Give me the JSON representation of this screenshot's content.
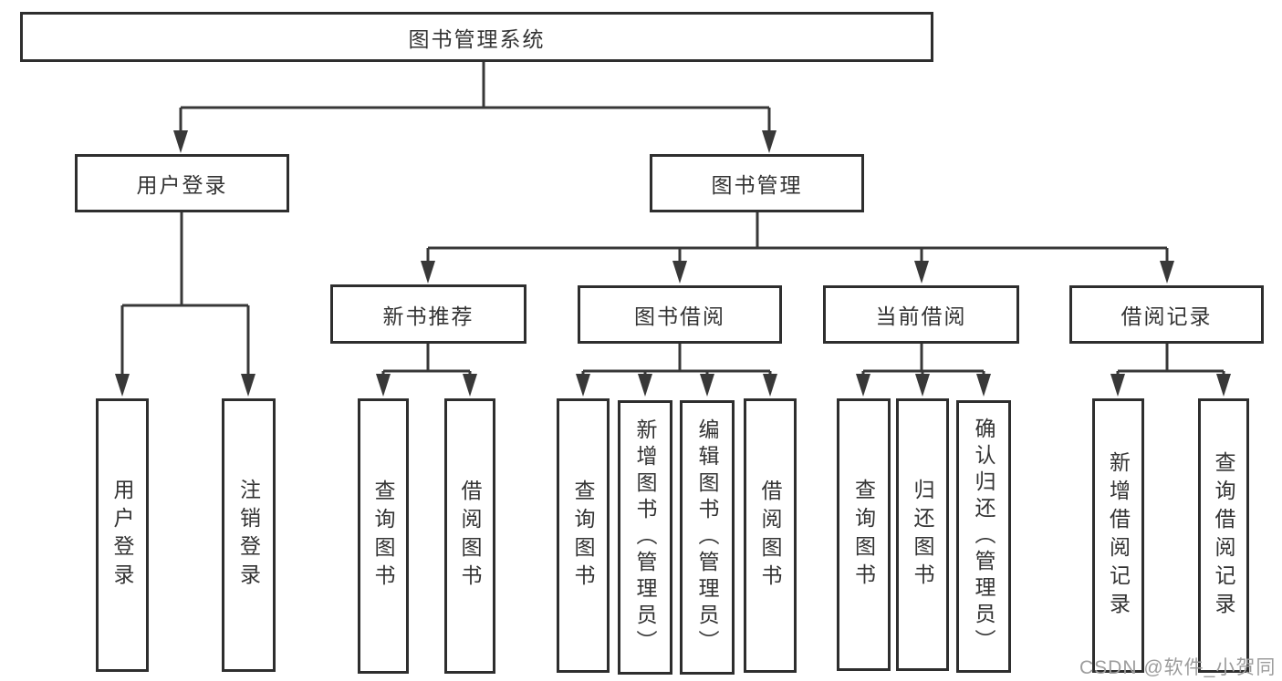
{
  "tree": {
    "root": {
      "label": "图书管理系统",
      "children": [
        {
          "label": "用户登录",
          "children": [
            {
              "label": "用户登录"
            },
            {
              "label": "注销登录"
            }
          ]
        },
        {
          "label": "图书管理",
          "children": [
            {
              "label": "新书推荐",
              "children": [
                {
                  "label": "查询图书"
                },
                {
                  "label": "借阅图书"
                }
              ]
            },
            {
              "label": "图书借阅",
              "children": [
                {
                  "label": "查询图书"
                },
                {
                  "label": "新增图书（管理员）"
                },
                {
                  "label": "编辑图书（管理员）"
                },
                {
                  "label": "借阅图书"
                }
              ]
            },
            {
              "label": "当前借阅",
              "children": [
                {
                  "label": "查询图书"
                },
                {
                  "label": "归还图书"
                },
                {
                  "label": "确认归还（管理员）"
                }
              ]
            },
            {
              "label": "借阅记录",
              "children": [
                {
                  "label": "新增借阅记录"
                },
                {
                  "label": "查询借阅记录"
                }
              ]
            }
          ]
        }
      ]
    }
  },
  "colors": {
    "box_border": "#2e2e2e",
    "line": "#383838",
    "text": "#333333",
    "watermark": "#9d9d9d"
  },
  "watermark": {
    "text": "CSDN @软件_小贺同学"
  }
}
